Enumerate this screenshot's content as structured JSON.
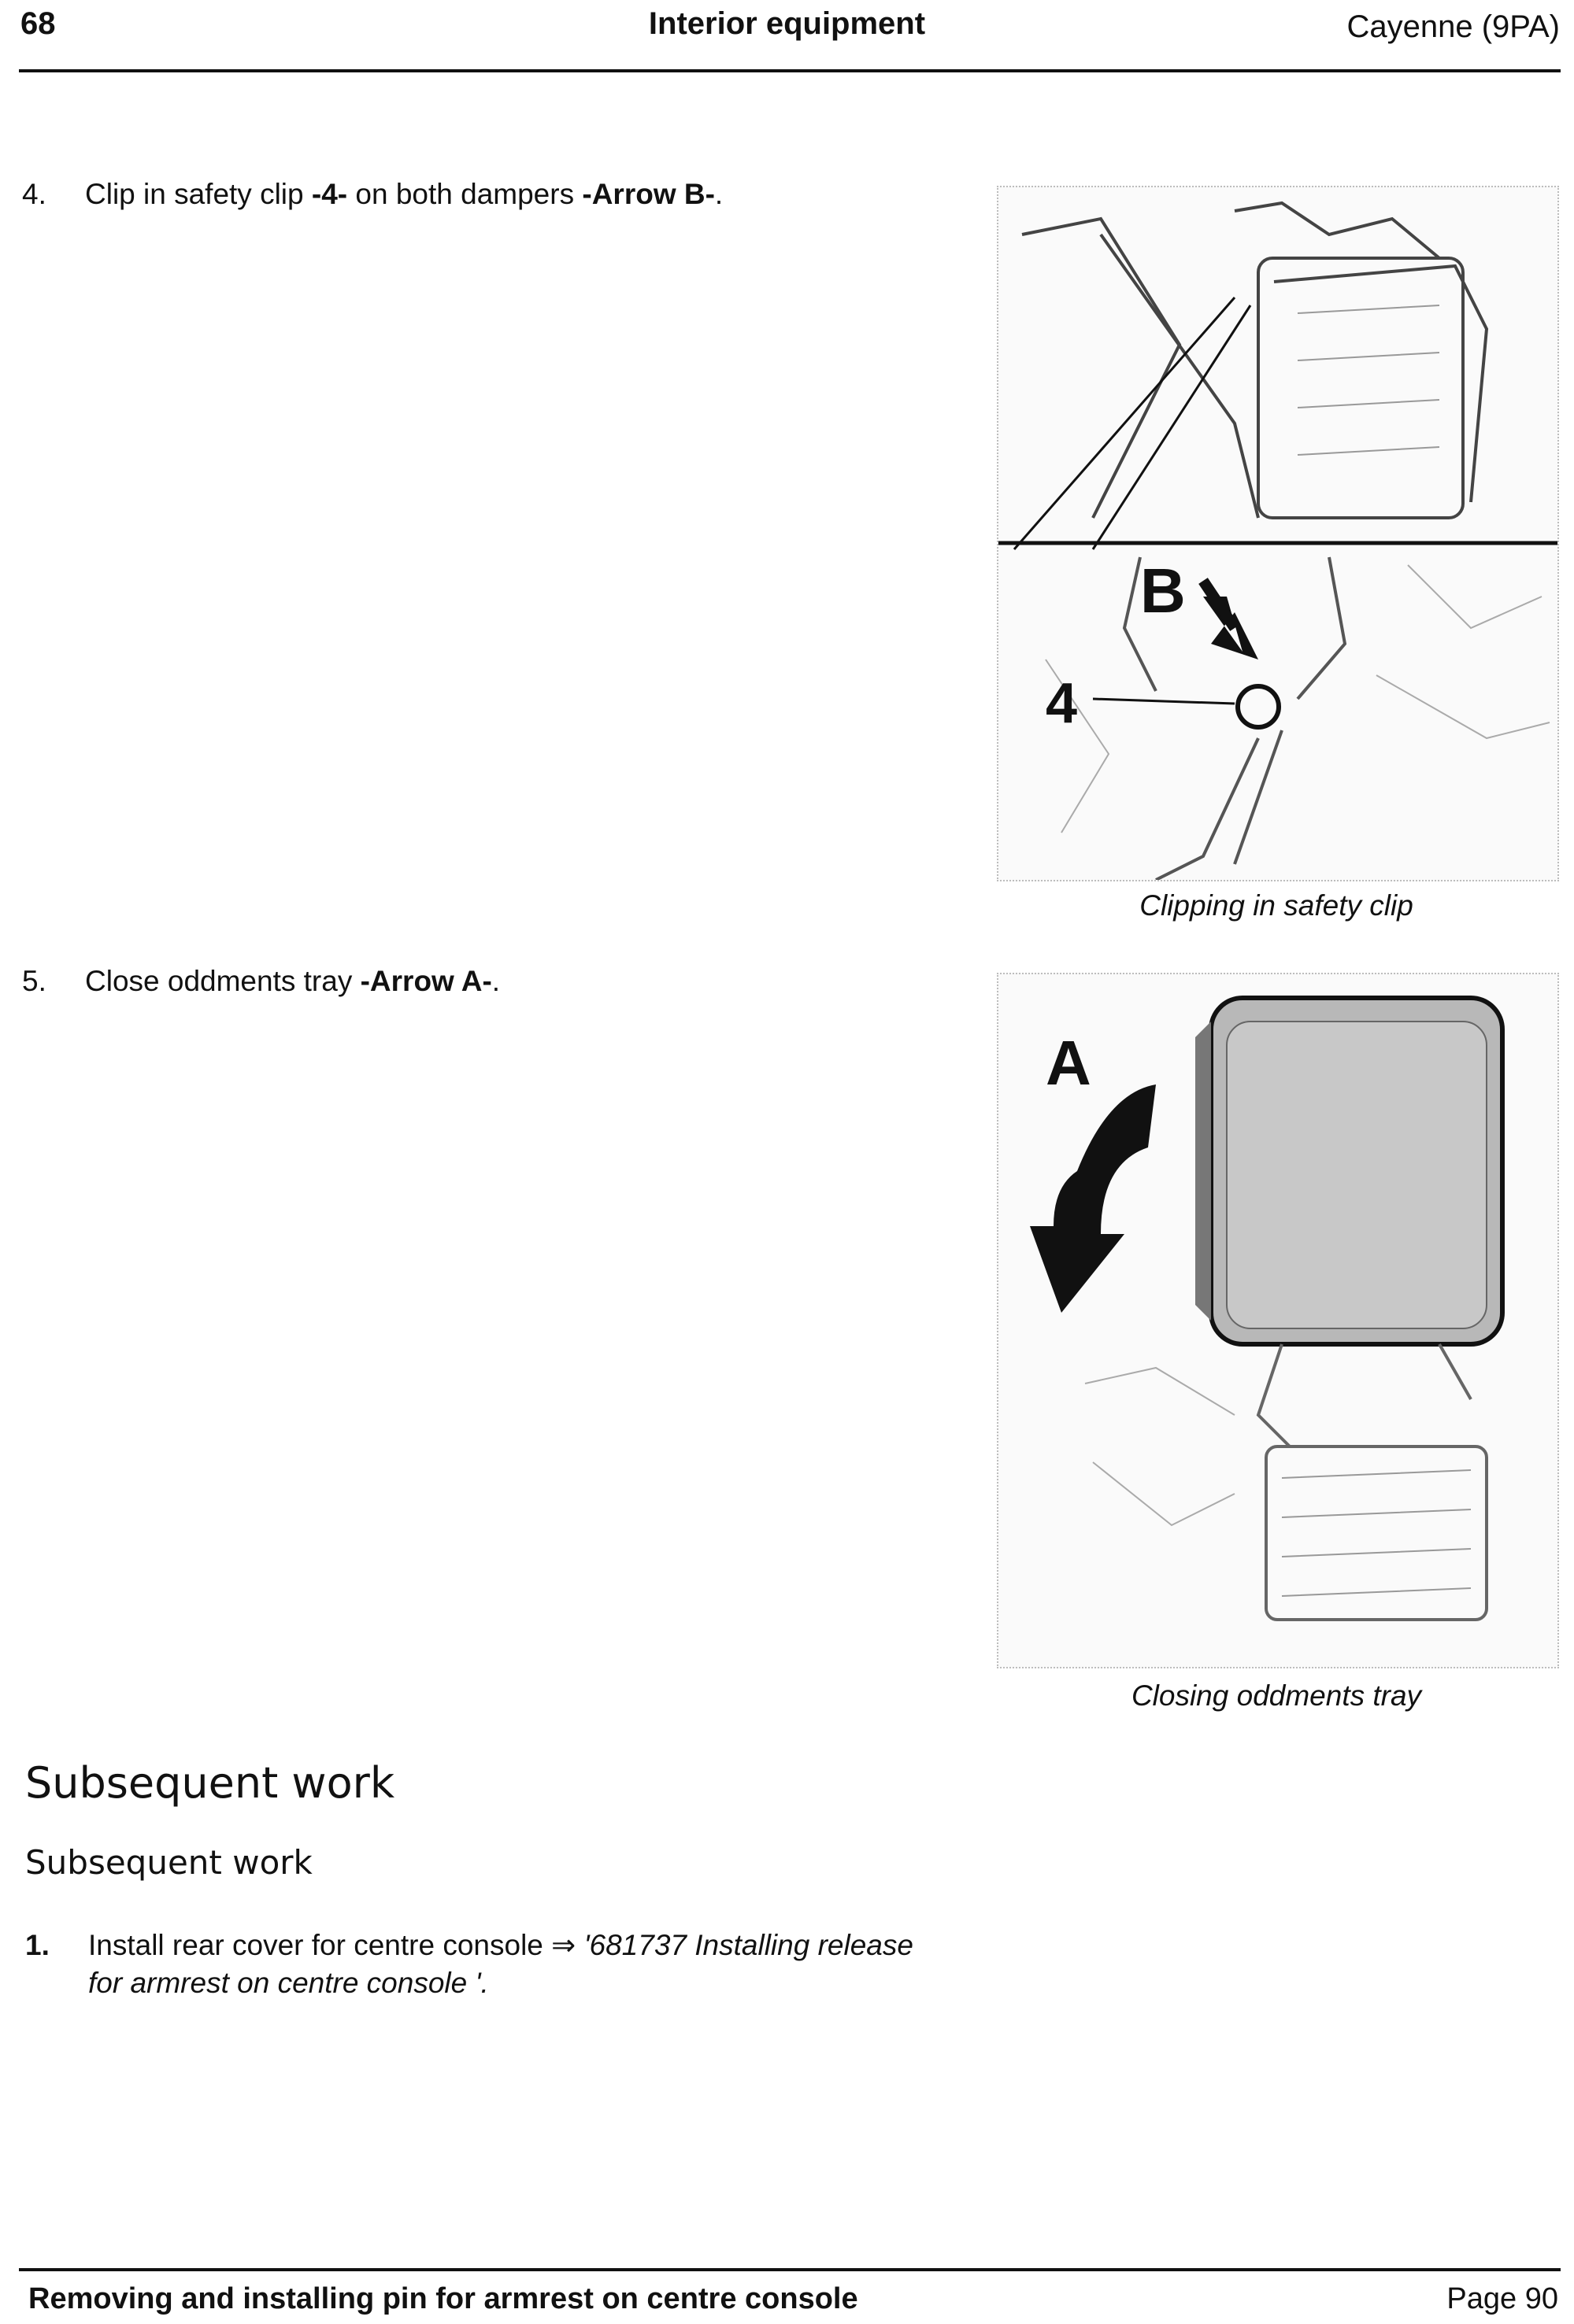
{
  "header": {
    "page_number": "68",
    "section_title": "Interior equipment",
    "model": "Cayenne (9PA)"
  },
  "steps": [
    {
      "number": "4.",
      "text_before": "Clip in safety clip ",
      "bold1": "-4-",
      "text_middle": " on both dampers ",
      "bold2": "-Arrow B-",
      "text_after": "."
    },
    {
      "number": "5.",
      "text_before": "Close oddments tray ",
      "bold1": "-Arrow A-",
      "text_after": "."
    }
  ],
  "figures": [
    {
      "caption": "Clipping in safety clip",
      "labels": {
        "arrow": "B",
        "part": "4"
      }
    },
    {
      "caption": "Closing oddments tray",
      "labels": {
        "arrow": "A"
      }
    }
  ],
  "subsequent": {
    "heading": "Subsequent work",
    "subheading": "Subsequent work",
    "items": [
      {
        "number": "1.",
        "text": "Install rear cover for centre console ",
        "arrow": "⇒",
        "ref_line1": "'681737 Installing release",
        "ref_line2": "for armrest on centre console '."
      }
    ]
  },
  "footer": {
    "title": "Removing and installing pin for armrest on centre console",
    "page": "Page 90"
  }
}
